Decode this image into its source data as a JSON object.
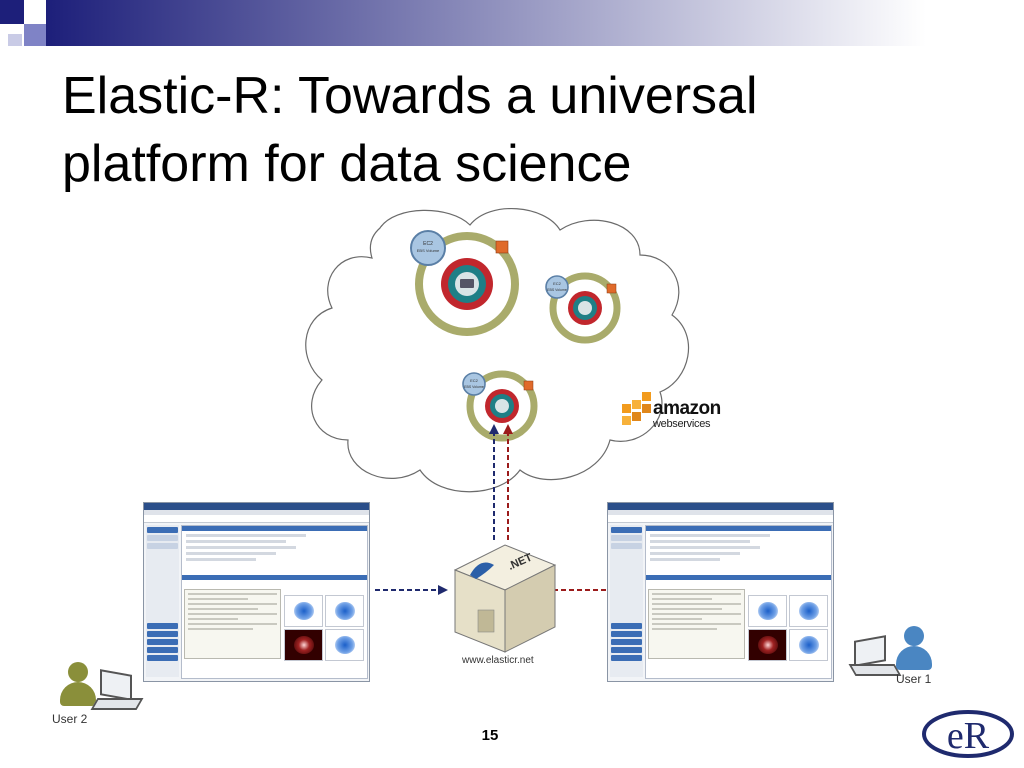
{
  "slide": {
    "title_line1": "Elastic-R: Towards a universal",
    "title_line2": "platform for data science",
    "page_number": "15"
  },
  "colors": {
    "header_gradient_start": "#1d1f7a",
    "header_gradient_end": "#ffffff",
    "ring_olive": "#a9ab6b",
    "ring_red": "#c1272d",
    "ring_teal": "#1f7f86",
    "arrow_navy": "#1f2a6e",
    "arrow_darkred": "#9b1b1b",
    "user_green": "#8a8f3a",
    "user_blue": "#4a86c2"
  },
  "diagram": {
    "cloud": {
      "instances": [
        {
          "volume_label": "EBS Volume",
          "small_tag": "EC2"
        },
        {
          "volume_label": "EBS Volume",
          "small_tag": "EC2"
        },
        {
          "volume_label": "EBS Volume",
          "small_tag": "EC2"
        }
      ]
    },
    "aws_logo": {
      "line1": "amazon",
      "line2": "webservices",
      "icon": "aws-cubes-icon"
    },
    "server": {
      "label": "www.elasticr.net",
      "brand": ".NET",
      "icon": "server-icon"
    },
    "users": [
      {
        "label": "User 1",
        "icon": "user-icon"
      },
      {
        "label": "User 2",
        "icon": "user-icon"
      }
    ],
    "logo": "eR"
  }
}
